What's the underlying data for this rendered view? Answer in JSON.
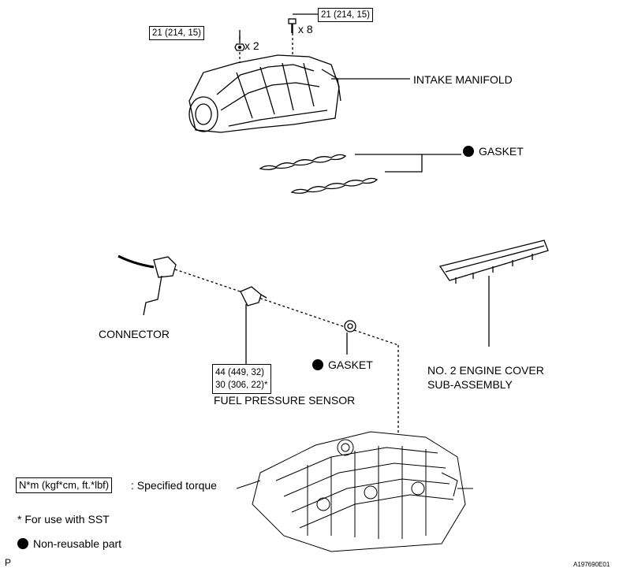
{
  "torque_top_left": "21 (214, 15)",
  "torque_top_right": "21 (214, 15)",
  "qty_nut": "x 2",
  "qty_bolt": "x 8",
  "intake_manifold": "INTAKE MANIFOLD",
  "gasket_manifold": "GASKET",
  "connector": "CONNECTOR",
  "gasket_sensor": "GASKET",
  "sensor_torque": [
    "44 (449, 32)",
    "30 (306, 22)*"
  ],
  "fuel_pressure_sensor": "FUEL PRESSURE SENSOR",
  "engine_cover_line1": "NO. 2 ENGINE COVER",
  "engine_cover_line2": "SUB-ASSEMBLY",
  "legend": {
    "torque_unit": "N*m (kgf*cm, ft.*lbf)",
    "torque_desc": ": Specified torque",
    "sst_note": "* For use with SST",
    "non_reusable": "Non-reusable part"
  },
  "corner_left": "P",
  "figure_id": "A197690E01",
  "icons": [
    "nut-icon",
    "bolt-icon",
    "non-reusable-dot-icon"
  ]
}
